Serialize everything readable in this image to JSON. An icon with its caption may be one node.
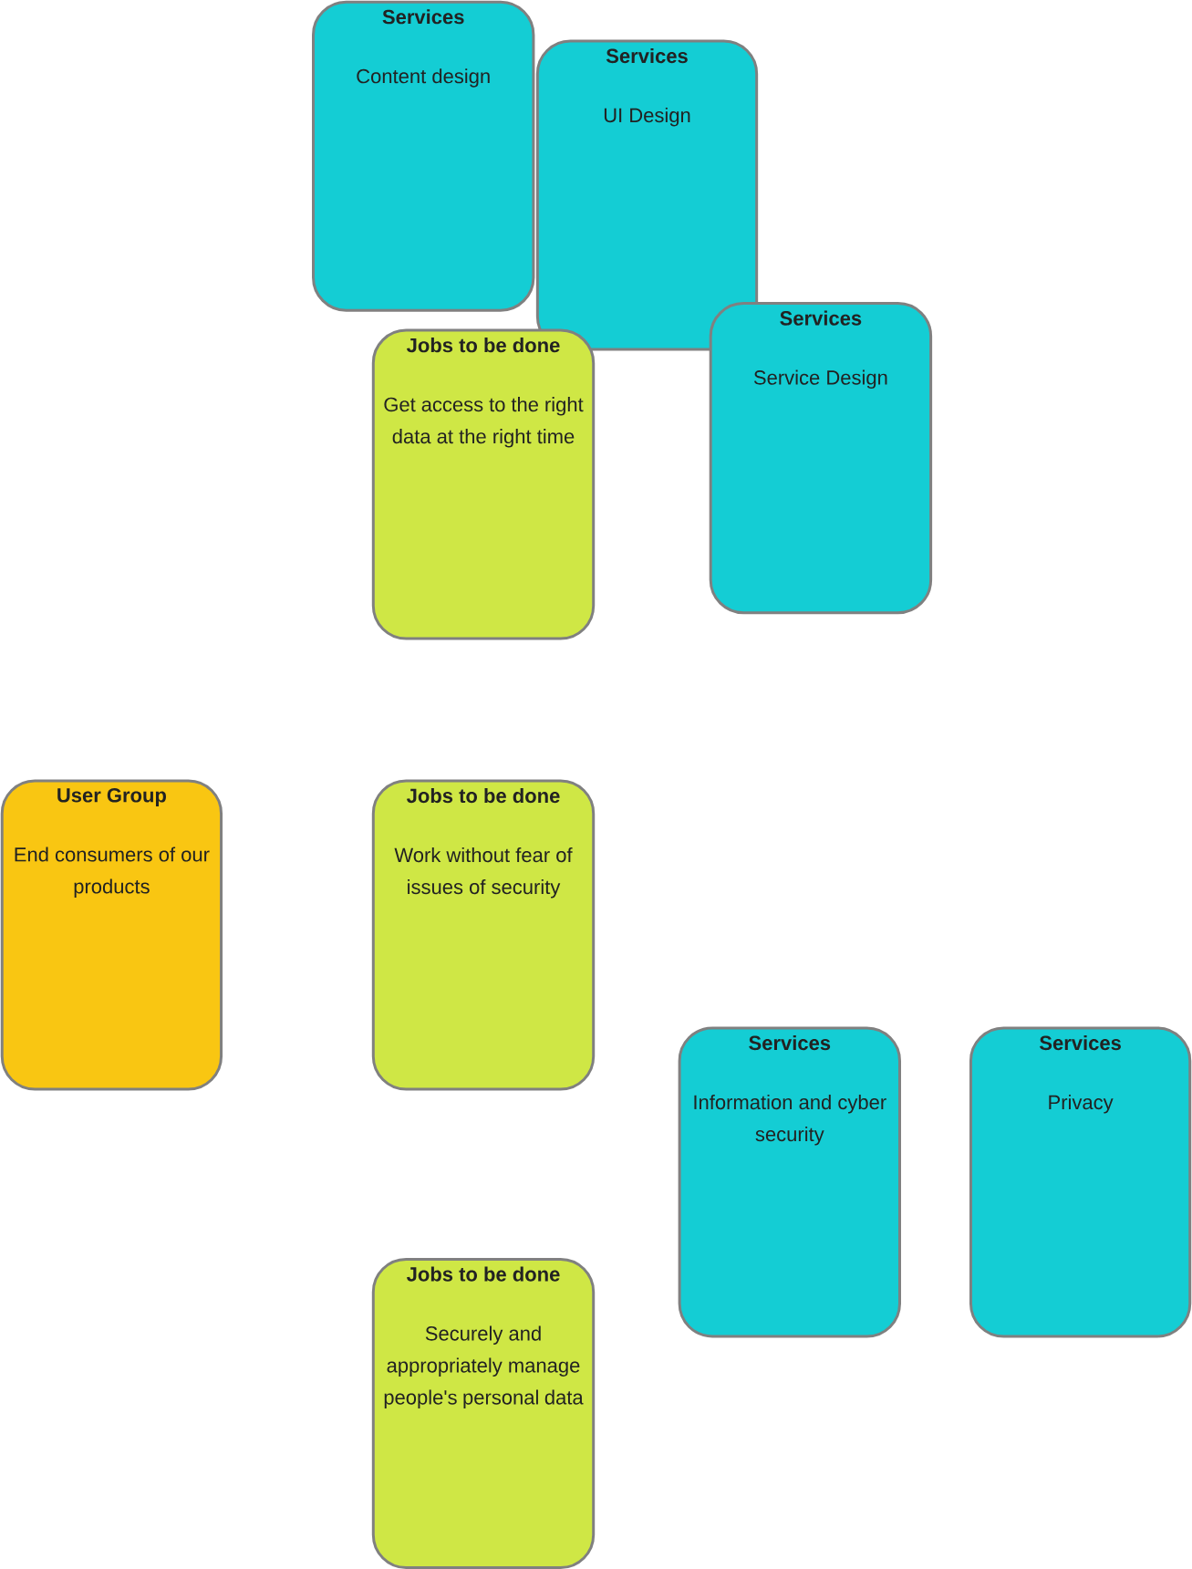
{
  "diagram": {
    "nodes": [
      {
        "text": [
          "Services",
          "Content design"
        ]
      },
      {
        "text": [
          "Services",
          "UI Design"
        ]
      },
      {
        "text": [
          "Services",
          "Service Design"
        ]
      },
      {
        "text": [
          "Jobs to be done",
          "Get access to the right data at the right time"
        ]
      },
      {
        "text": [
          "User Group",
          "End consumers of our products"
        ]
      },
      {
        "text": [
          "Jobs to be done",
          "Work without fear of issues of security"
        ]
      },
      {
        "text": [
          "Services",
          "Information and cyber security"
        ]
      },
      {
        "text": [
          "Services",
          "Privacy"
        ]
      },
      {
        "text": [
          "Jobs to be done",
          "Securely and appropriately manage people's personal data"
        ]
      }
    ]
  }
}
